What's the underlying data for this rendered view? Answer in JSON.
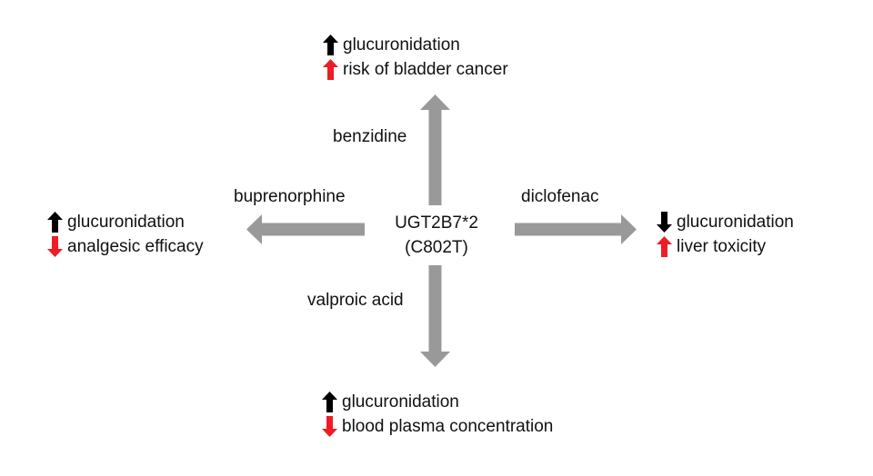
{
  "figure": {
    "center_node": {
      "gene": "UGT2B7*2",
      "variant": "(C802T)"
    },
    "colors": {
      "arrow_gray": "#999999",
      "increase_black": "#000000",
      "decrease_red": "#ee1c25",
      "background": "#ffffff",
      "text": "#111111"
    },
    "branches": [
      {
        "id": "top",
        "direction": "up",
        "drug": "benzidine",
        "outcomes": [
          {
            "arrow": "up-arrow-black-icon",
            "trend": "increase",
            "color": "#000000",
            "label": "glucuronidation"
          },
          {
            "arrow": "up-arrow-red-icon",
            "trend": "increase",
            "color": "#ee1c25",
            "label": "risk of bladder cancer"
          }
        ]
      },
      {
        "id": "left",
        "direction": "left",
        "drug": "buprenorphine",
        "outcomes": [
          {
            "arrow": "up-arrow-black-icon",
            "trend": "increase",
            "color": "#000000",
            "label": "glucuronidation"
          },
          {
            "arrow": "down-arrow-red-icon",
            "trend": "decrease",
            "color": "#ee1c25",
            "label": "analgesic efficacy"
          }
        ]
      },
      {
        "id": "right",
        "direction": "right",
        "drug": "diclofenac",
        "outcomes": [
          {
            "arrow": "down-arrow-black-icon",
            "trend": "decrease",
            "color": "#000000",
            "label": "glucuronidation"
          },
          {
            "arrow": "up-arrow-red-icon",
            "trend": "increase",
            "color": "#ee1c25",
            "label": "liver toxicity"
          }
        ]
      },
      {
        "id": "bottom",
        "direction": "down",
        "drug": "valproic acid",
        "outcomes": [
          {
            "arrow": "up-arrow-black-icon",
            "trend": "increase",
            "color": "#000000",
            "label": "glucuronidation"
          },
          {
            "arrow": "down-arrow-red-icon",
            "trend": "decrease",
            "color": "#ee1c25",
            "label": "blood plasma concentration"
          }
        ]
      }
    ]
  }
}
